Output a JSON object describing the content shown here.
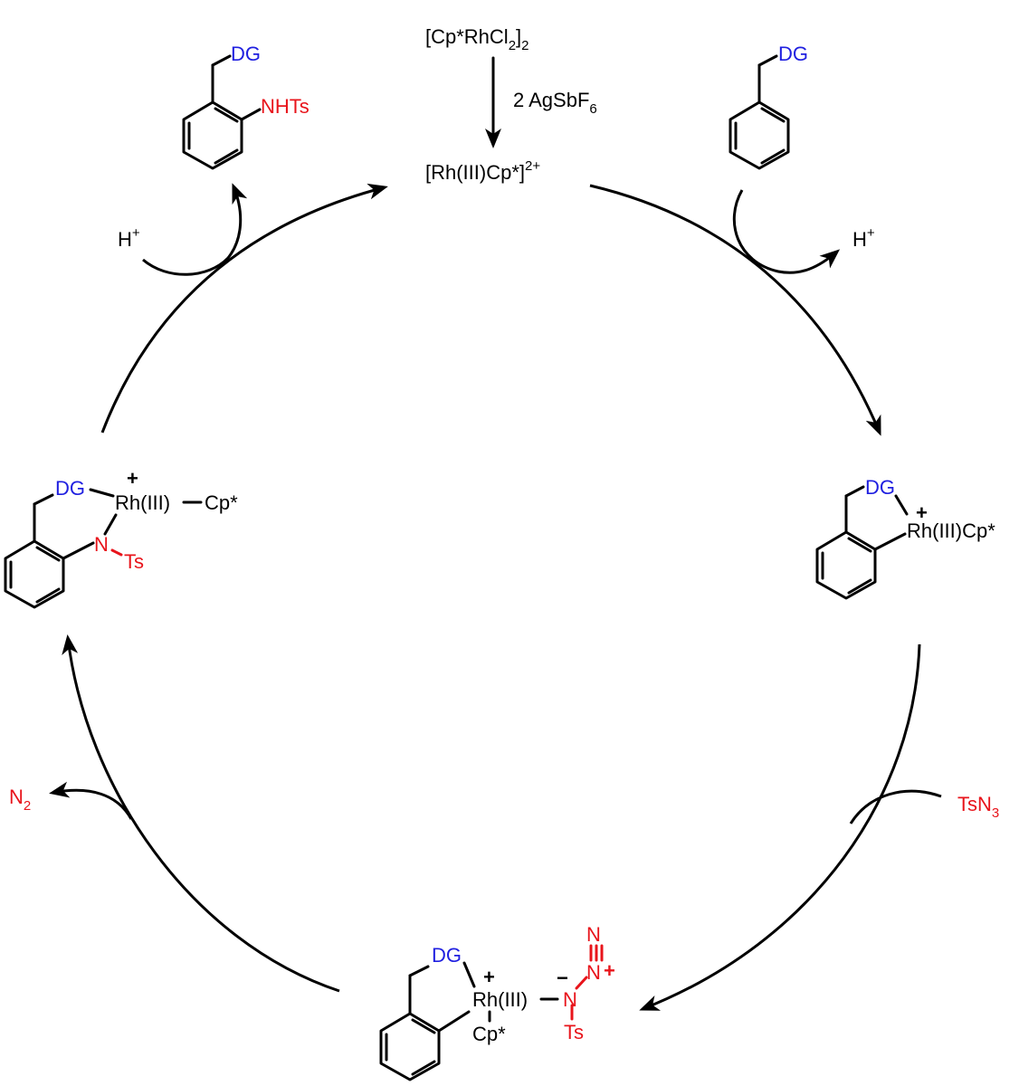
{
  "precatalyst": {
    "dimer": "[Cp*RhCl",
    "dimer_sub1": "2",
    "dimer_close": "]",
    "dimer_sub2": "2",
    "additive_prefix": "2 AgSbF",
    "additive_sub": "6"
  },
  "active_catalyst": {
    "label": "[Rh(III)Cp*]",
    "charge": "2+"
  },
  "proton_left": {
    "label": "H",
    "charge": "+"
  },
  "proton_right": {
    "label": "H",
    "charge": "+"
  },
  "product": {
    "dg": "DG",
    "group": "NHTs"
  },
  "substrate": {
    "dg": "DG"
  },
  "rhodacycle": {
    "dg": "DG",
    "metal": "Rh(III)Cp*",
    "charge": "+"
  },
  "amido_complex": {
    "dg": "DG",
    "metal": "Rh(III)",
    "ligand": "Cp*",
    "charge": "+",
    "nitrogen": "N",
    "ts": "Ts"
  },
  "azide_complex": {
    "dg": "DG",
    "metal": "Rh(III)",
    "ligand": "Cp*",
    "charge": "+",
    "n1": "N",
    "n1_charge": "−",
    "n2": "N",
    "n2_charge": "+",
    "n3": "N",
    "ts": "Ts"
  },
  "reagent": {
    "label": "TsN",
    "sub": "3"
  },
  "byproduct": {
    "label": "N",
    "sub": "2"
  },
  "colors": {
    "dg": "#1f1fe0",
    "reactive": "#e8141b",
    "default": "#000000"
  }
}
